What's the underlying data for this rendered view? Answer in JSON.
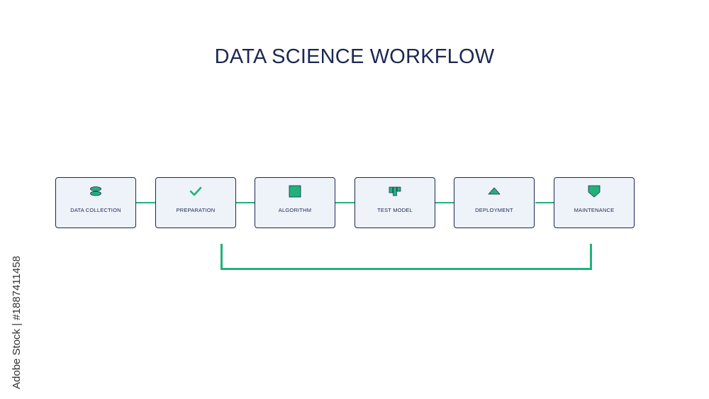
{
  "title": "DATA SCIENCE WORKFLOW",
  "accent_color": "#21b27a",
  "text_color": "#1c2752",
  "box_fill": "#eef2f9",
  "steps": [
    {
      "label": "DATA COLLECTION",
      "icon": "database-icon"
    },
    {
      "label": "PREPARATION",
      "icon": "checkmark-icon"
    },
    {
      "label": "ALGORITHM",
      "icon": "square-icon"
    },
    {
      "label": "TEST MODEL",
      "icon": "bar-blocks-icon"
    },
    {
      "label": "DEPLOYMENT",
      "icon": "triangle-up-icon"
    },
    {
      "label": "MAINTENANCE",
      "icon": "shield-down-icon"
    }
  ],
  "credit": "Adobe Stock | #1887411458"
}
